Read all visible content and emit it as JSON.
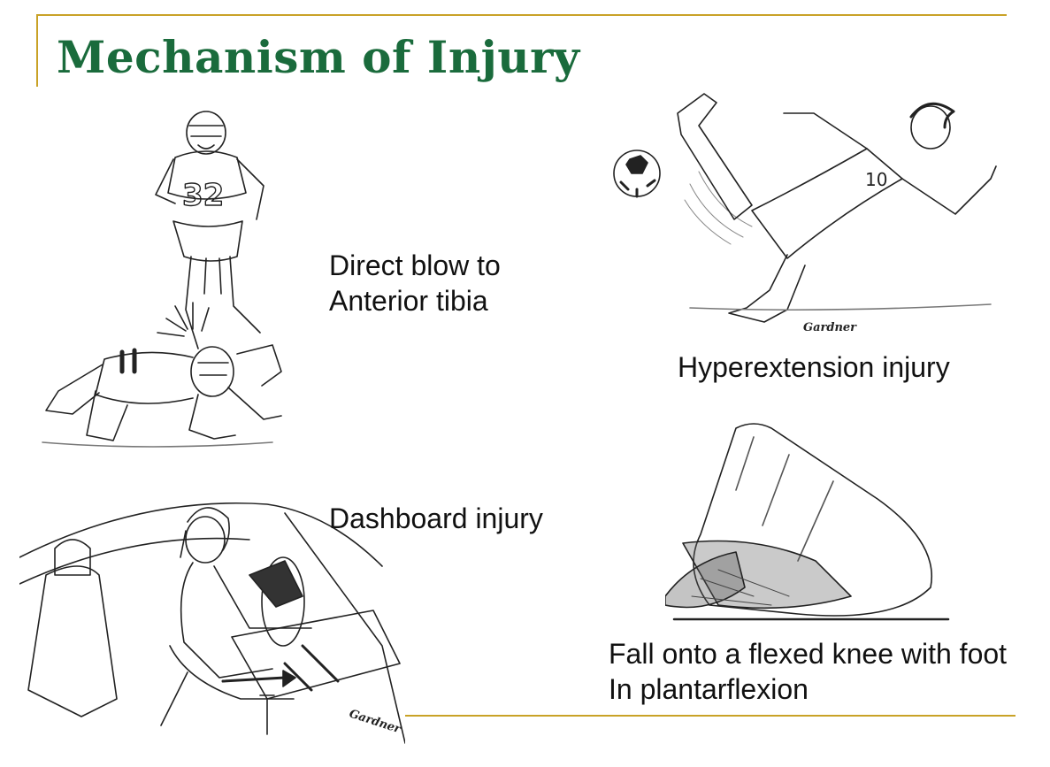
{
  "slide": {
    "title": "Mechanism of Injury",
    "accent_color": "#c9a227",
    "title_color": "#1a6b3c"
  },
  "captions": {
    "direct_blow": [
      "Direct blow to",
      "Anterior tibia"
    ],
    "hyperextension": "Hyperextension injury",
    "dashboard": "Dashboard injury",
    "fall": [
      "Fall onto a flexed knee with foot",
      "In plantarflexion"
    ]
  },
  "illustrations": {
    "football": {
      "jersey_number": "32"
    },
    "kick": {
      "jersey_number": "10",
      "signature": "Gardner"
    },
    "dashboard": {
      "signature": "Gardner"
    }
  }
}
